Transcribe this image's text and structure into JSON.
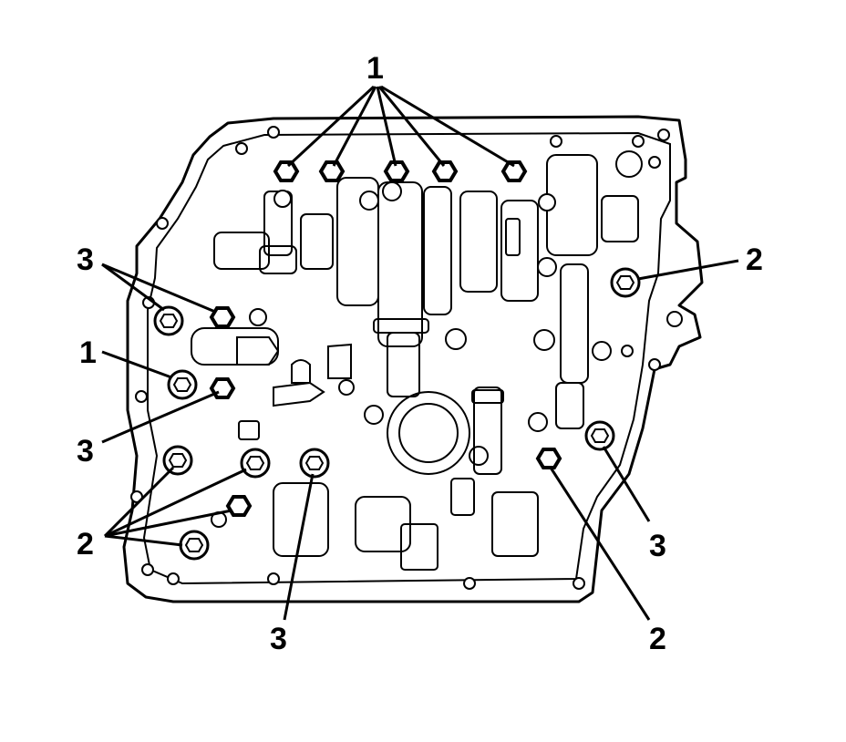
{
  "diagram": {
    "callouts": [
      {
        "id": "c-top-1",
        "label": "1"
      },
      {
        "id": "c-left-3-upper",
        "label": "3"
      },
      {
        "id": "c-left-1",
        "label": "1"
      },
      {
        "id": "c-left-3-lower",
        "label": "3"
      },
      {
        "id": "c-left-2",
        "label": "2"
      },
      {
        "id": "c-bottom-3",
        "label": "3"
      },
      {
        "id": "c-right-2-upper",
        "label": "2"
      },
      {
        "id": "c-right-3",
        "label": "3"
      },
      {
        "id": "c-right-2-lower",
        "label": "2"
      }
    ]
  }
}
